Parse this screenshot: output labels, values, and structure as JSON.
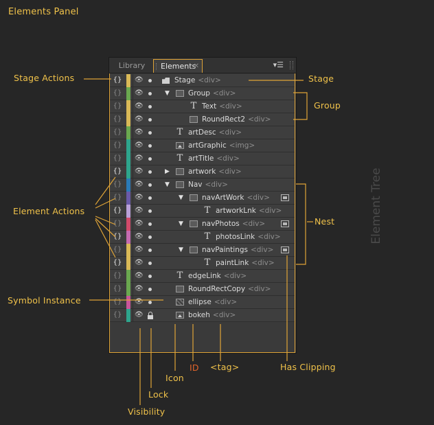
{
  "title": "Elements Panel",
  "side_label": "Element Tree",
  "panel": {
    "tabs": [
      {
        "label": "Library",
        "active": false
      },
      {
        "label": "Elements",
        "active": true
      }
    ],
    "menu_icon": "panel-menu-icon"
  },
  "rows": [
    {
      "action": "filled",
      "color": "#d9b957",
      "icon": "stage",
      "triangle": "",
      "depth": 0,
      "name": "Stage",
      "tag": "<div>",
      "clip": false,
      "lock": false
    },
    {
      "action": "empty",
      "color": "#6aa84f",
      "icon": "div",
      "triangle": "open",
      "depth": 1,
      "name": "Group",
      "tag": "<div>",
      "clip": false,
      "lock": false
    },
    {
      "action": "empty",
      "color": "#d9b957",
      "icon": "text",
      "triangle": "",
      "depth": 2,
      "name": "Text",
      "tag": "<div>",
      "clip": false,
      "lock": false
    },
    {
      "action": "empty",
      "color": "#d9b957",
      "icon": "div",
      "triangle": "",
      "depth": 2,
      "name": "RoundRect2",
      "tag": "<div>",
      "clip": false,
      "lock": false
    },
    {
      "action": "empty",
      "color": "#6aa84f",
      "icon": "text",
      "triangle": "",
      "depth": 1,
      "name": "artDesc",
      "tag": "<div>",
      "clip": false,
      "lock": false
    },
    {
      "action": "empty",
      "color": "#2ea58d",
      "icon": "image",
      "triangle": "",
      "depth": 1,
      "name": "artGraphic",
      "tag": "<img>",
      "clip": false,
      "lock": false
    },
    {
      "action": "empty",
      "color": "#2ea58d",
      "icon": "text",
      "triangle": "",
      "depth": 1,
      "name": "artTitle",
      "tag": "<div>",
      "clip": false,
      "lock": false
    },
    {
      "action": "filled",
      "color": "#2ea58d",
      "icon": "div",
      "triangle": "closed",
      "depth": 1,
      "name": "artwork",
      "tag": "<div>",
      "clip": false,
      "lock": false
    },
    {
      "action": "empty",
      "color": "#2a7ab8",
      "icon": "div",
      "triangle": "open",
      "depth": 1,
      "name": "Nav",
      "tag": "<div>",
      "clip": false,
      "lock": false
    },
    {
      "action": "empty",
      "color": "#6a5aa8",
      "icon": "div",
      "triangle": "open",
      "depth": 2,
      "name": "navArtWork",
      "tag": "<div>",
      "clip": true,
      "lock": false
    },
    {
      "action": "filled",
      "color": "#b9a0d8",
      "icon": "text",
      "triangle": "",
      "depth": 3,
      "name": "artworkLnk",
      "tag": "<div>",
      "clip": false,
      "lock": false
    },
    {
      "action": "empty",
      "color": "#d24a6a",
      "icon": "div",
      "triangle": "open",
      "depth": 2,
      "name": "navPhotos",
      "tag": "<div>",
      "clip": true,
      "lock": false
    },
    {
      "action": "filled",
      "color": "#c56bb0",
      "icon": "text",
      "triangle": "",
      "depth": 3,
      "name": "photosLink",
      "tag": "<div>",
      "clip": false,
      "lock": false
    },
    {
      "action": "empty",
      "color": "#d9b957",
      "icon": "div",
      "triangle": "open",
      "depth": 2,
      "name": "navPaintings",
      "tag": "<div>",
      "clip": true,
      "lock": false
    },
    {
      "action": "filled",
      "color": "#d9b957",
      "icon": "text",
      "triangle": "",
      "depth": 3,
      "name": "paintLink",
      "tag": "<div>",
      "clip": false,
      "lock": false
    },
    {
      "action": "empty",
      "color": "#6aa84f",
      "icon": "text",
      "triangle": "",
      "depth": 1,
      "name": "edgeLink",
      "tag": "<div>",
      "clip": false,
      "lock": false
    },
    {
      "action": "empty",
      "color": "#6aa84f",
      "icon": "div",
      "triangle": "",
      "depth": 1,
      "name": "RoundRectCopy",
      "tag": "<div>",
      "clip": false,
      "lock": false
    },
    {
      "action": "empty",
      "color": "#c9559a",
      "icon": "symbol",
      "triangle": "",
      "depth": 1,
      "name": "ellipse",
      "tag": "<div>",
      "clip": false,
      "lock": false
    },
    {
      "action": "empty",
      "color": "#2ea58d",
      "icon": "image",
      "triangle": "",
      "depth": 1,
      "name": "bokeh",
      "tag": "<div>",
      "clip": false,
      "lock": true
    }
  ],
  "callouts": {
    "stage_actions": "Stage Actions",
    "stage": "Stage",
    "group": "Group",
    "element_actions": "Element Actions",
    "nest": "Nest",
    "symbol_instance": "Symbol Instance",
    "id": "ID",
    "tag": "<tag>",
    "has_clipping": "Has Clipping",
    "icon": "Icon",
    "lock": "Lock",
    "visibility": "Visibility"
  },
  "colors": {
    "accent": "#e0a437",
    "annotation": "#f0c24a",
    "id_label": "#e0632a"
  }
}
